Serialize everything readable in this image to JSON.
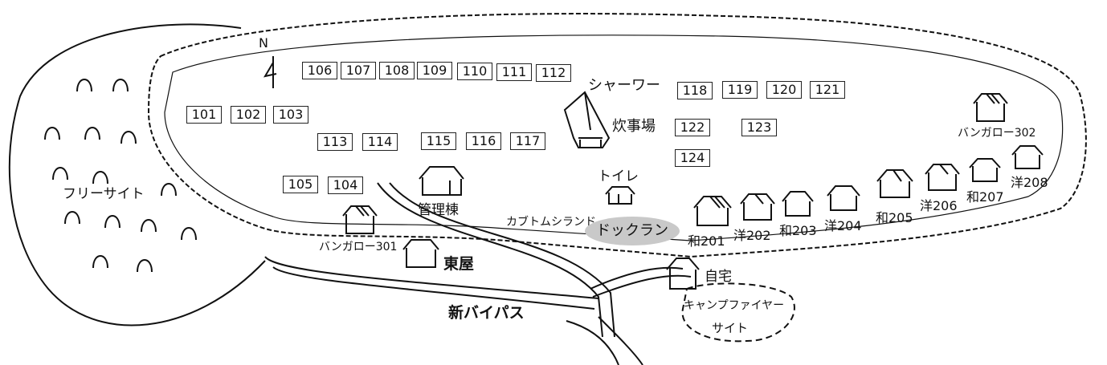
{
  "compass": "N",
  "sites": [
    "106",
    "107",
    "108",
    "109",
    "110",
    "111",
    "112",
    "101",
    "102",
    "103",
    "113",
    "114",
    "115",
    "116",
    "117",
    "105",
    "104",
    "118",
    "119",
    "120",
    "121",
    "122",
    "123",
    "124"
  ],
  "labels": {
    "shower": "シャーワー",
    "kitchen": "炊事場",
    "toilet": "トイレ",
    "office": "管理棟",
    "beetle_land": "カブトムシランド",
    "dog_run": "ドックラン",
    "free_site": "フリーサイト",
    "bungalow_301": "バンガロー301",
    "bungalow_302": "バンガロー302",
    "azumaya": "東屋",
    "home": "自宅",
    "campfire": "キャンプファイヤー",
    "campfire_site": "サイト",
    "bypass": "新バイパス"
  },
  "cabins": [
    "和201",
    "洋202",
    "和203",
    "洋204",
    "和205",
    "洋206",
    "和207",
    "洋208"
  ],
  "colors": {
    "ink": "#111111",
    "dogrun": "#c9c9c9"
  }
}
